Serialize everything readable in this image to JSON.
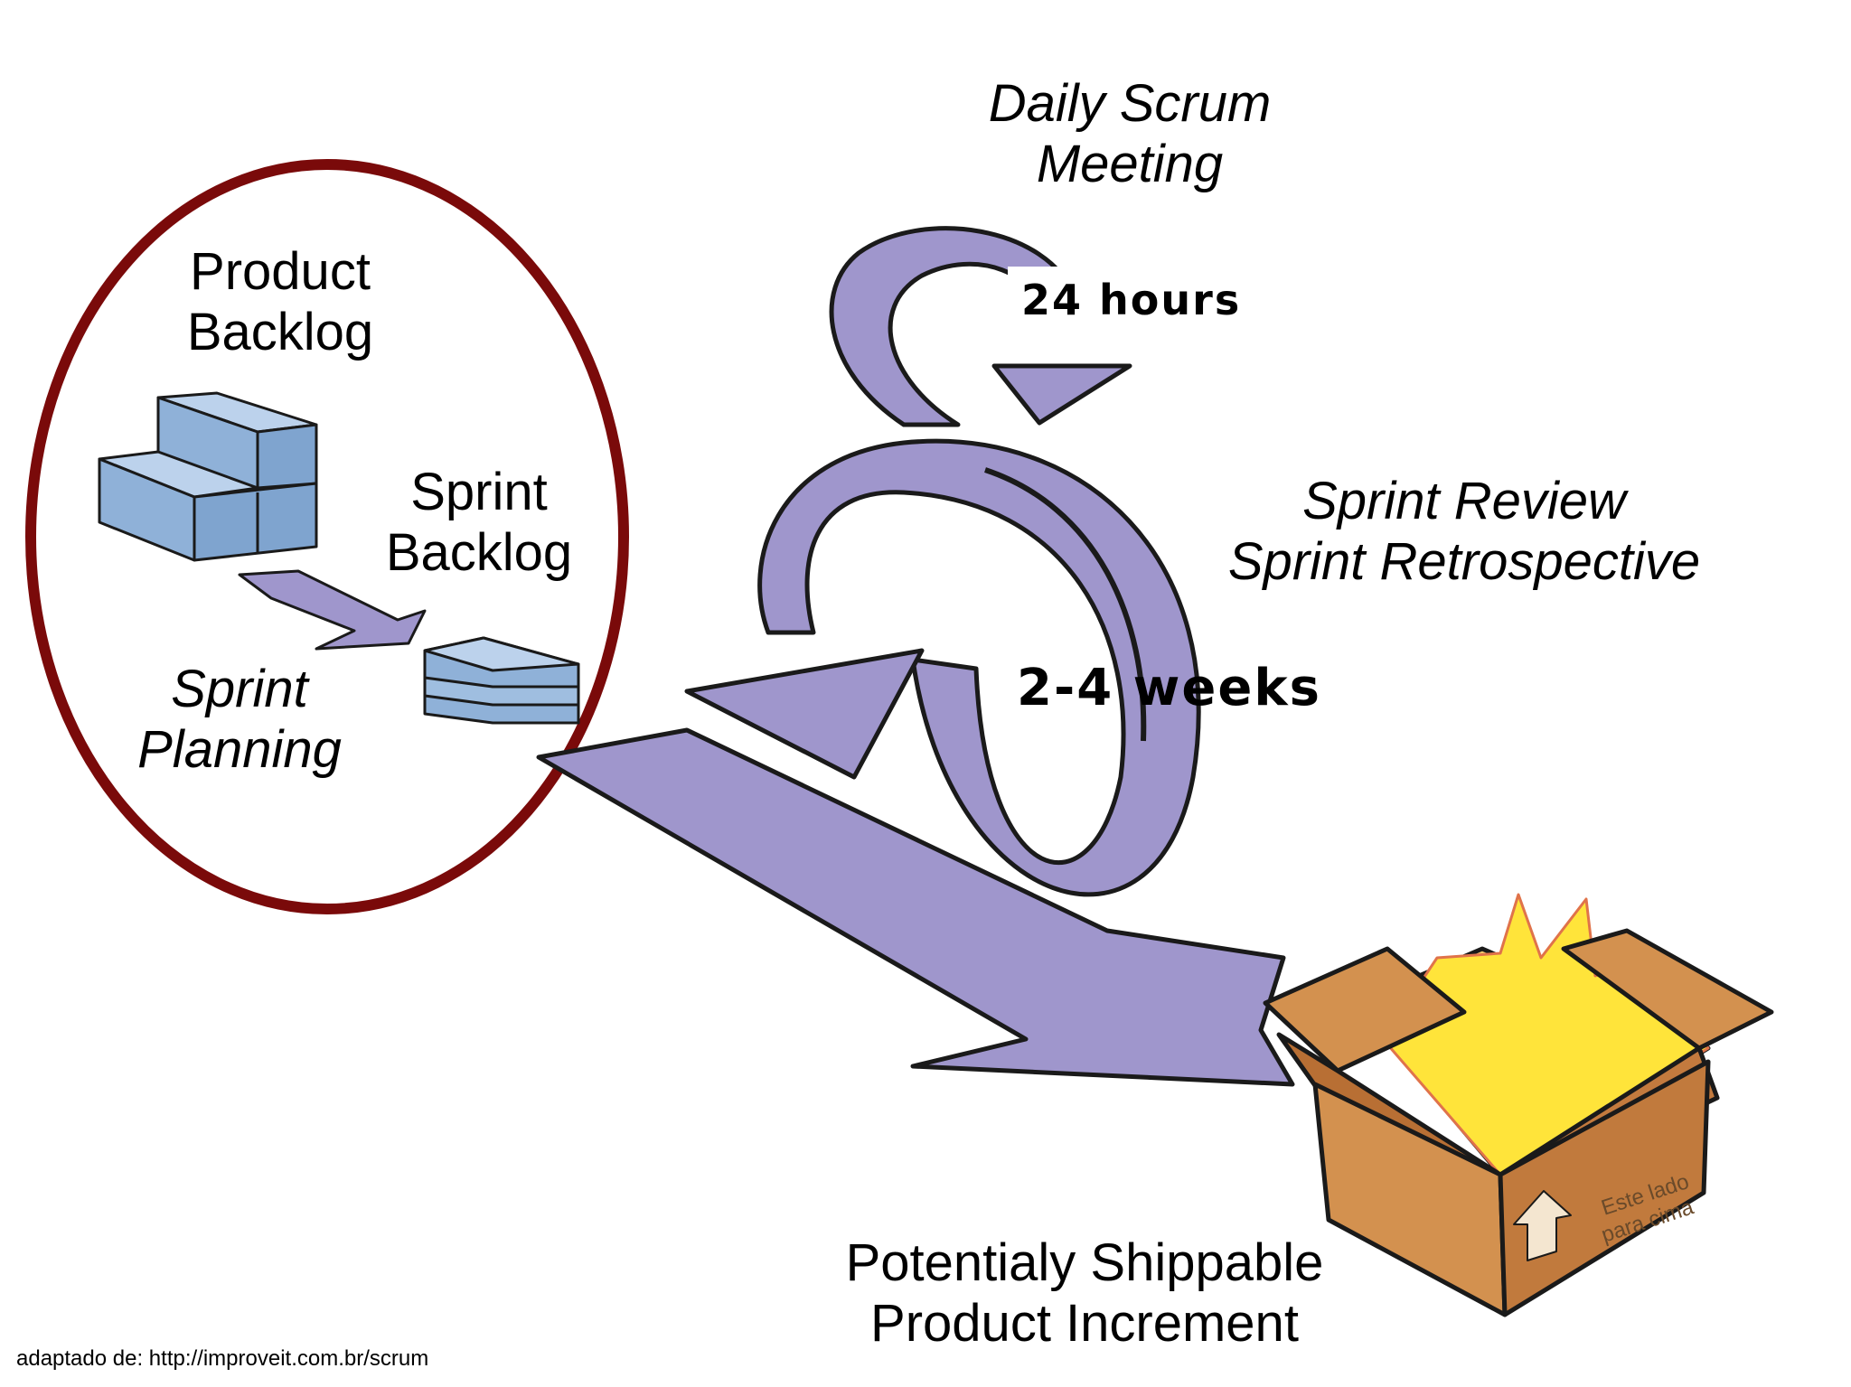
{
  "labels": {
    "product_backlog": [
      "Product",
      "Backlog"
    ],
    "sprint_backlog": [
      "Sprint",
      "Backlog"
    ],
    "sprint_planning": [
      "Sprint",
      "Planning"
    ],
    "daily_scrum": [
      "Daily Scrum",
      "Meeting"
    ],
    "hours": "24 hours",
    "weeks": "2-4 weeks",
    "sprint_review": "Sprint Review",
    "sprint_retrospective": "Sprint Retrospective",
    "increment": [
      "Potentialy Shippable",
      "Product Increment"
    ],
    "box_text": [
      "Este lado",
      "para cima"
    ]
  },
  "credit": "adaptado de: http://improveit.com.br/scrum",
  "colors": {
    "circle": "#7a0a0a",
    "arrow": "#9f96cc",
    "arrow_edge": "#1a1a1a",
    "blocks": "#8fb1d8",
    "box": "#d3914f",
    "flame": "#ffe43a"
  }
}
